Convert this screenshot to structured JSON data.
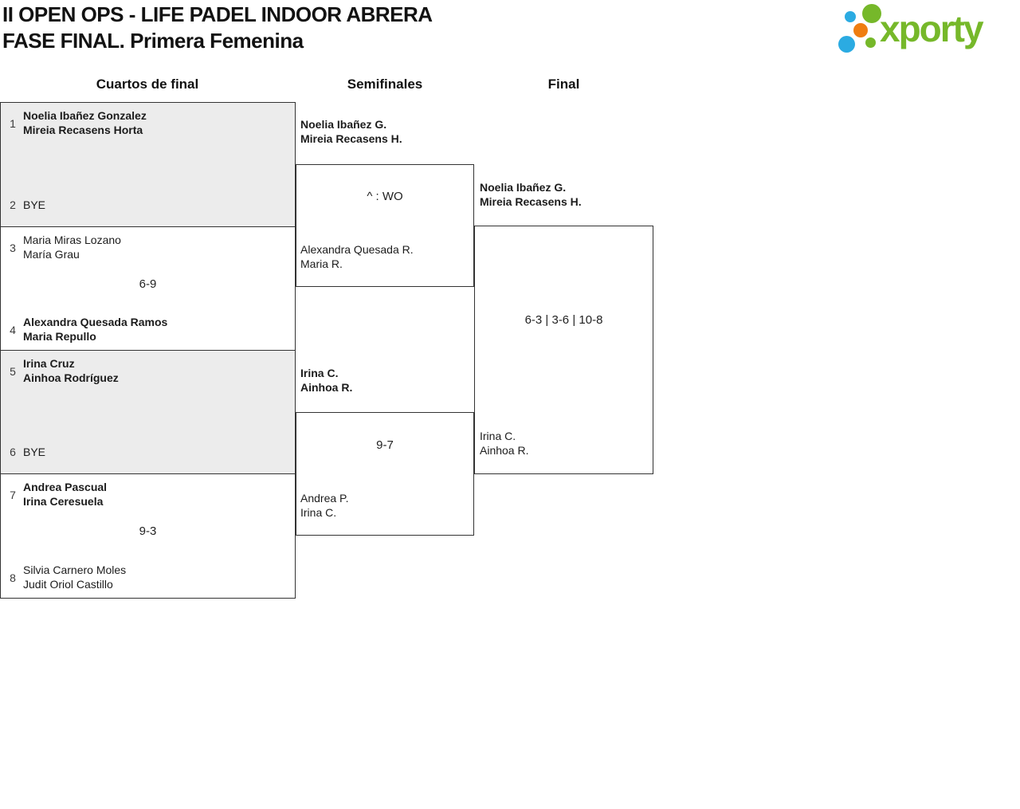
{
  "page": {
    "title_line1": "II OPEN OPS - LIFE PADEL INDOOR ABRERA",
    "title_line2": "FASE FINAL. Primera Femenina"
  },
  "logo": {
    "text": "xporty",
    "colors": {
      "green": "#76b82a",
      "blue": "#2babe2",
      "orange": "#ef7d11"
    }
  },
  "rounds": {
    "quarterfinals": "Cuartos de final",
    "semifinals": "Semifinales",
    "final": "Final"
  },
  "quarterfinals": [
    {
      "bye": true,
      "top": {
        "seed": "1",
        "line1": "Noelia Ibañez Gonzalez",
        "line2": "Mireia Recasens Horta",
        "winner": true
      },
      "score": "",
      "bottom": {
        "seed": "2",
        "line1": "BYE",
        "line2": "",
        "winner": false,
        "single": true
      }
    },
    {
      "bye": false,
      "top": {
        "seed": "3",
        "line1": "Maria Miras Lozano",
        "line2": "María Grau",
        "winner": false
      },
      "score": "6-9",
      "bottom": {
        "seed": "4",
        "line1": "Alexandra Quesada Ramos",
        "line2": "Maria Repullo",
        "winner": true
      }
    },
    {
      "bye": true,
      "top": {
        "seed": "5",
        "line1": "Irina Cruz",
        "line2": "Ainhoa Rodríguez",
        "winner": true
      },
      "score": "",
      "bottom": {
        "seed": "6",
        "line1": "BYE",
        "line2": "",
        "winner": false,
        "single": true
      }
    },
    {
      "bye": false,
      "top": {
        "seed": "7",
        "line1": "Andrea Pascual",
        "line2": "Irina Ceresuela",
        "winner": true
      },
      "score": "9-3",
      "bottom": {
        "seed": "8",
        "line1": "Silvia Carnero Moles",
        "line2": "Judit Oriol Castillo",
        "winner": false
      }
    }
  ],
  "semifinals": [
    {
      "top": {
        "line1": "Noelia Ibañez G.",
        "line2": "Mireia Recasens H.",
        "winner": true
      },
      "score": "^ : WO",
      "bottom": {
        "line1": "Alexandra Quesada R.",
        "line2": "Maria R.",
        "winner": false
      }
    },
    {
      "top": {
        "line1": "Irina C.",
        "line2": "Ainhoa R.",
        "winner": true
      },
      "score": "9-7",
      "bottom": {
        "line1": "Andrea P.",
        "line2": "Irina C.",
        "winner": false
      }
    }
  ],
  "final": {
    "top": {
      "line1": "Noelia Ibañez G.",
      "line2": "Mireia Recasens H.",
      "winner": true
    },
    "score": "6-3 | 3-6 | 10-8",
    "bottom": {
      "line1": "Irina C.",
      "line2": "Ainhoa R.",
      "winner": false
    }
  }
}
